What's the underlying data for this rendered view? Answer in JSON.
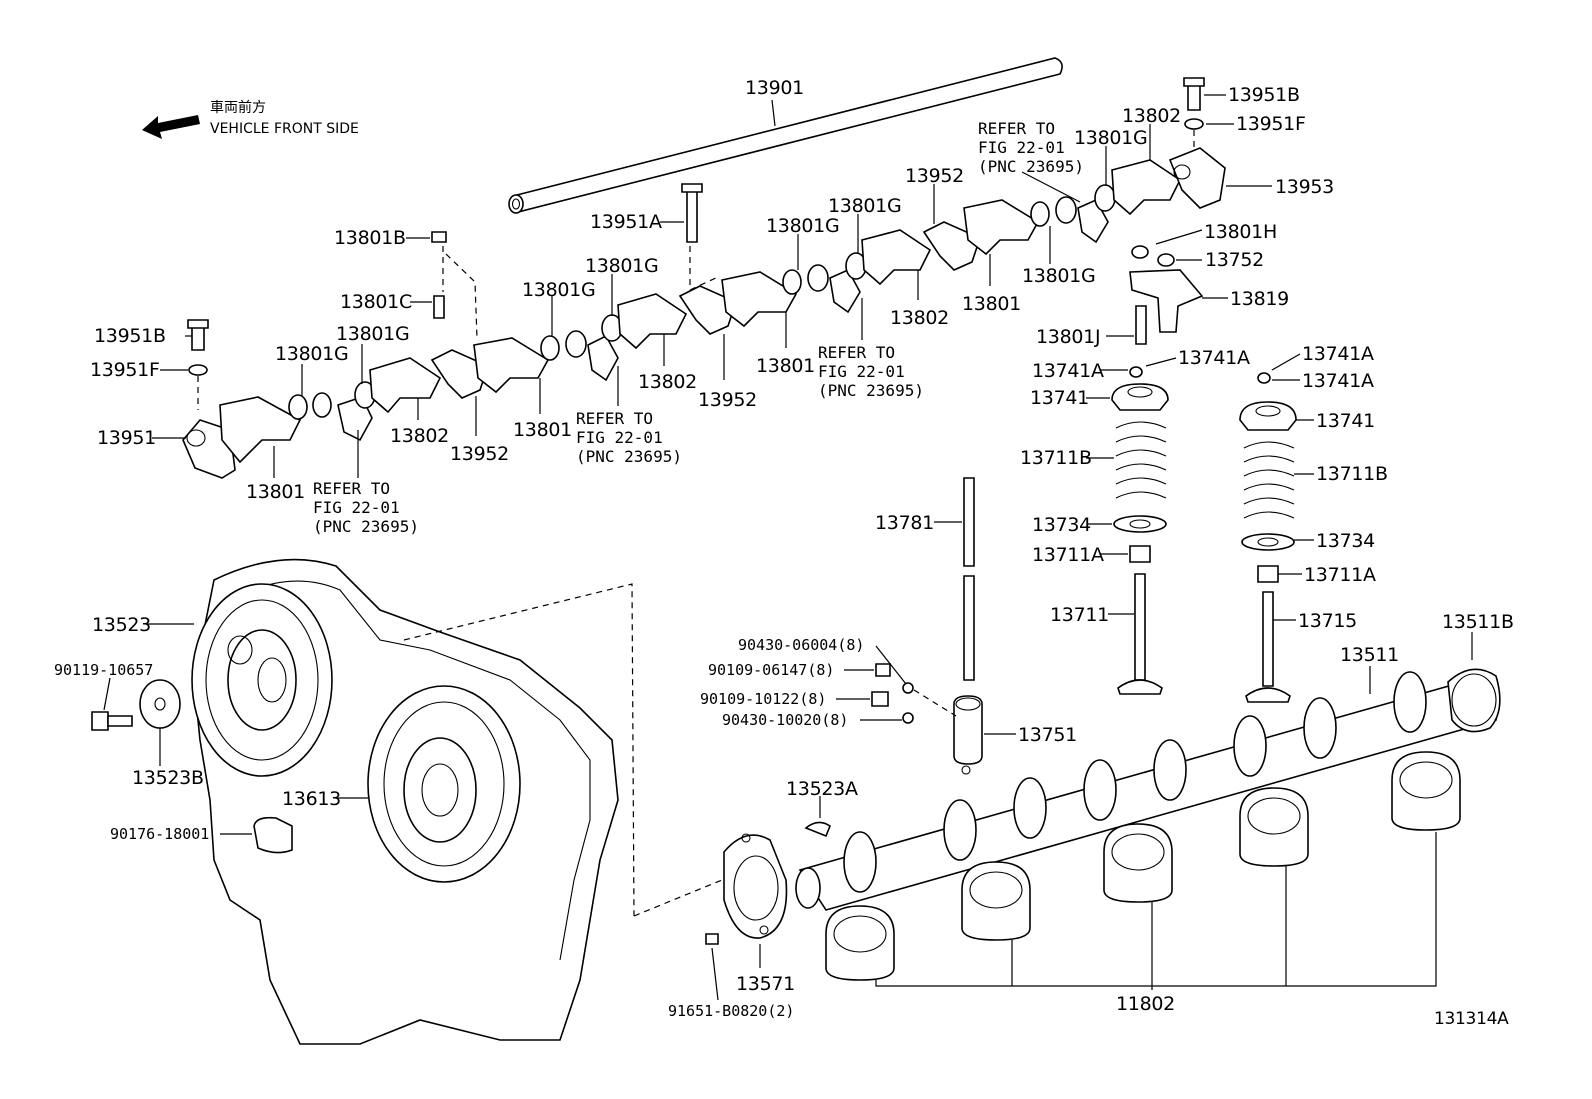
{
  "diagram": {
    "catalog_number": "131314A",
    "orientation": {
      "label_jp": "車両前方",
      "label_en": "VEHICLE FRONT SIDE",
      "icon": "arrow-left-icon"
    },
    "refer_note": {
      "line1": "REFER TO",
      "line2": "FIG 22-01",
      "line3": "(PNC 23695)"
    },
    "parts": {
      "p13901": "13901",
      "p13951B_left": "13951B",
      "p13951F_left": "13951F",
      "p13951_left": "13951",
      "p13801_1": "13801",
      "p13801G_1": "13801G",
      "p13801G_2": "13801G",
      "p13801B": "13801B",
      "p13801C": "13801C",
      "p13802_1": "13802",
      "p13952_1": "13952",
      "p13801G_3": "13801G",
      "p13801_2": "13801",
      "p13801G_4": "13801G",
      "p13802_2": "13802",
      "p13952_2": "13952",
      "p13951A": "13951A",
      "p13801_3": "13801",
      "p13801G_5": "13801G",
      "p13801G_6": "13801G",
      "p13952_3": "13952",
      "p13802_3": "13802",
      "p13801_4": "13801",
      "p13801G_7": "13801G",
      "p13801G_8": "13801G",
      "p13802_4": "13802",
      "p13951B_right": "13951B",
      "p13951F_right": "13951F",
      "p13953": "13953",
      "p13801H": "13801H",
      "p13752": "13752",
      "p13819": "13819",
      "p13801J": "13801J",
      "p13741A_1": "13741A",
      "p13741A_2": "13741A",
      "p13741A_3": "13741A",
      "p13741A_4": "13741A",
      "p13741_1": "13741",
      "p13741_2": "13741",
      "p13711B_1": "13711B",
      "p13711B_2": "13711B",
      "p13734_1": "13734",
      "p13734_2": "13734",
      "p13711A_1": "13711A",
      "p13711A_2": "13711A",
      "p13711": "13711",
      "p13715": "13715",
      "p13781": "13781",
      "p13751": "13751",
      "p90430_06004": "90430-06004(8)",
      "p90109_06147": "90109-06147(8)",
      "p90109_10122": "90109-10122(8)",
      "p90430_10020": "90430-10020(8)",
      "p13511B": "13511B",
      "p13511": "13511",
      "p13523": "13523",
      "p90119_10657": "90119-10657",
      "p13523B": "13523B",
      "p13613": "13613",
      "p90176_18001": "90176-18001",
      "p13523A": "13523A",
      "p13571": "13571",
      "p91651_B0820": "91651-B0820(2)",
      "p11802": "11802"
    }
  }
}
